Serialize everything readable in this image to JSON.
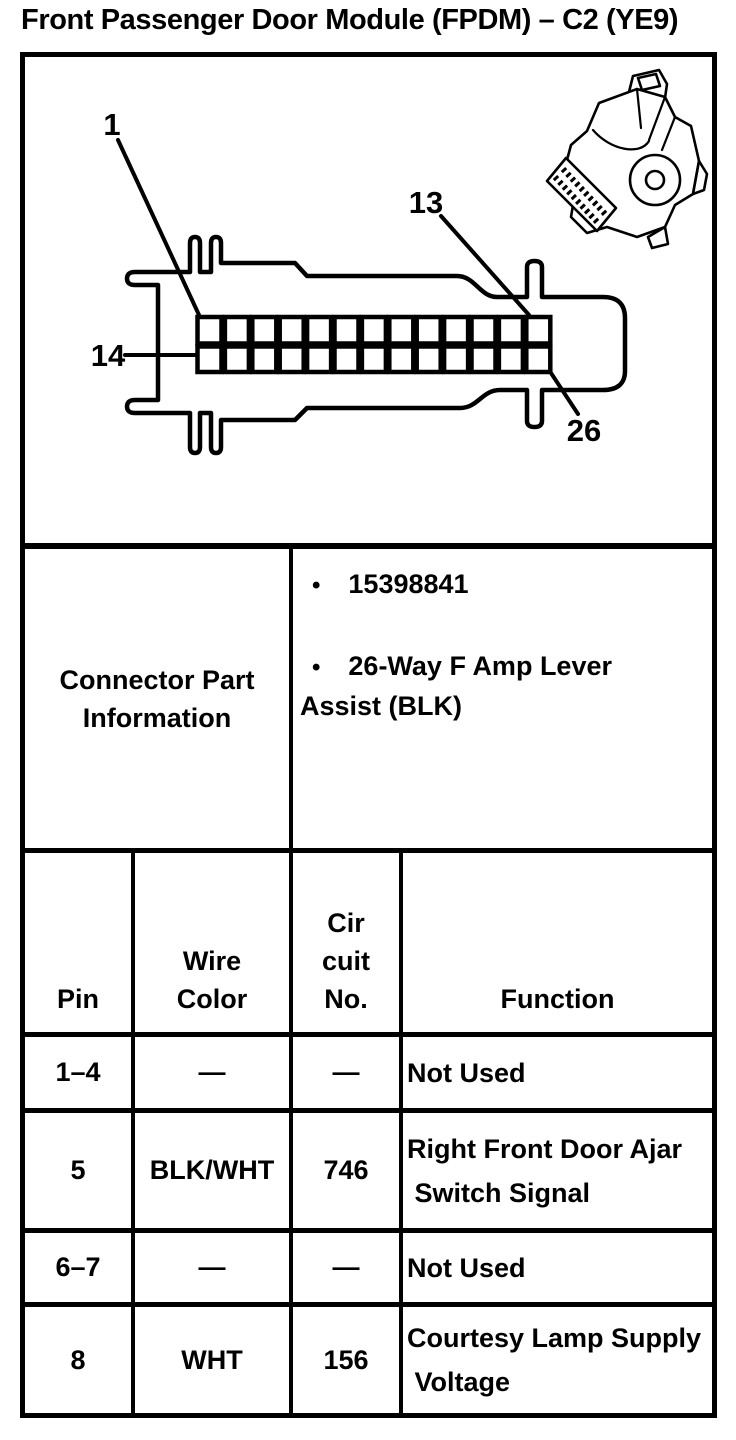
{
  "title": "Front Passenger Door Module (FPDM) – C2 (YE9)",
  "ink_color": "#000000",
  "paper_color": "#ffffff",
  "diagram": {
    "pin_rows": 2,
    "pins_per_row": 13,
    "labels": {
      "pin1": "1",
      "pin13": "13",
      "pin14": "14",
      "pin26": "26"
    }
  },
  "connector_part_info": {
    "label": "Connector Part\nInformation",
    "bullet_glyph": "•",
    "bullets": [
      "15398841",
      "26-Way F Amp Lever\nAssist (BLK)"
    ]
  },
  "pin_table": {
    "headers": {
      "pin": "Pin",
      "wire_color": "Wire\nColor",
      "circuit_no": "Cir\ncuit\nNo.",
      "function": "Function"
    },
    "rows": [
      {
        "pin": "1–4",
        "wire_color": "—",
        "circuit_no": "—",
        "function": "Not Used"
      },
      {
        "pin": "5",
        "wire_color": "BLK/WHT",
        "circuit_no": "746",
        "function": "Right Front Door Ajar\n Switch Signal"
      },
      {
        "pin": "6–7",
        "wire_color": "—",
        "circuit_no": "—",
        "function": "Not Used"
      },
      {
        "pin": "8",
        "wire_color": "WHT",
        "circuit_no": "156",
        "function": "Courtesy Lamp Supply\n Voltage"
      }
    ]
  }
}
